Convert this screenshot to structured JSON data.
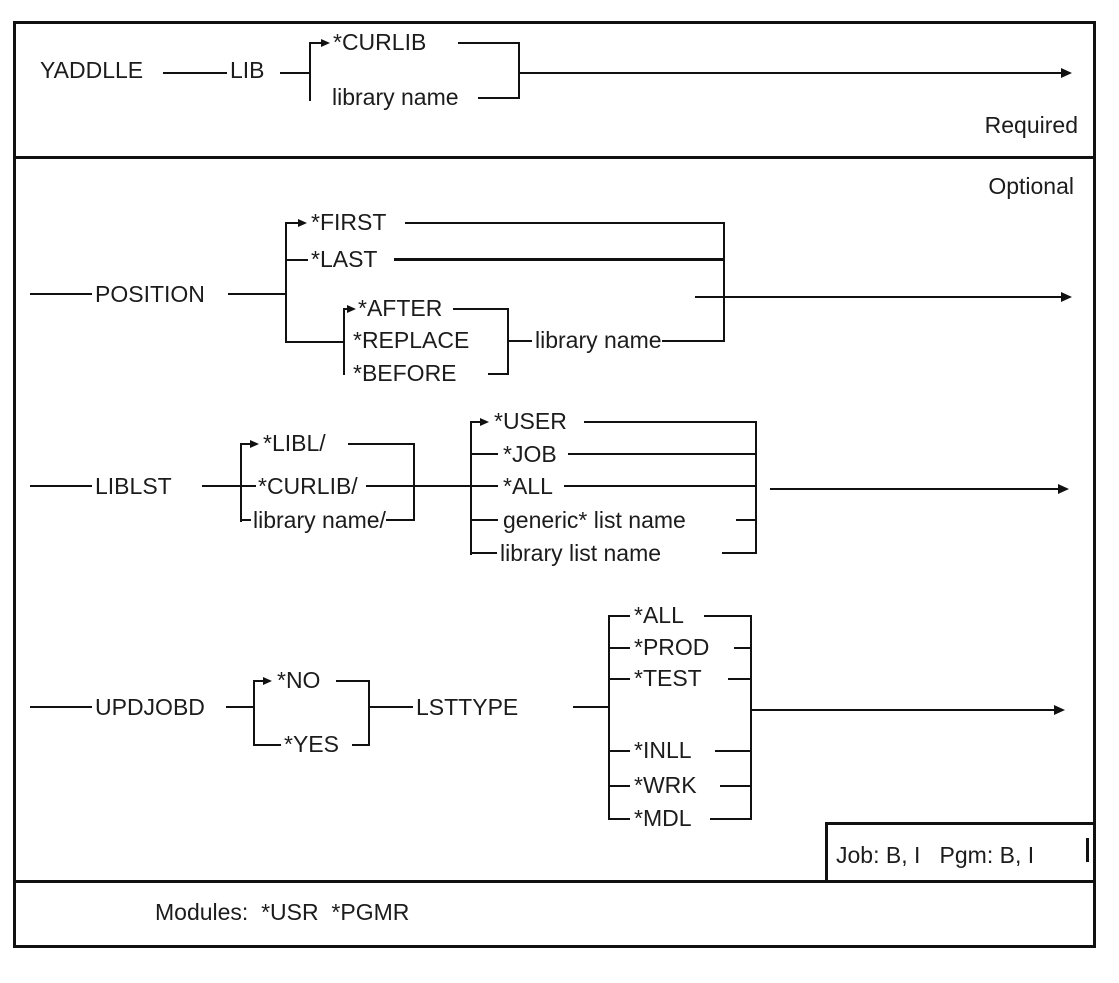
{
  "command": "YADDLLE",
  "labels": {
    "required": "Required",
    "optional": "Optional"
  },
  "lib": {
    "keyword": "LIB",
    "default": "*CURLIB",
    "alternative": "library name"
  },
  "position": {
    "keyword": "POSITION",
    "first": "*FIRST",
    "last": "*LAST",
    "after": "*AFTER",
    "replace": "*REPLACE",
    "before": "*BEFORE",
    "operand": "library name"
  },
  "liblst": {
    "keyword": "LIBLST",
    "qualifiers": [
      "*LIBL/",
      "*CURLIB/",
      "library name/"
    ],
    "values": [
      "*USER",
      "*JOB",
      "*ALL",
      "generic* list name",
      "library list name"
    ]
  },
  "updjobd": {
    "keyword": "UPDJOBD",
    "no": "*NO",
    "yes": "*YES"
  },
  "lsttype": {
    "keyword": "LSTTYPE",
    "upper": [
      "*ALL",
      "*PROD",
      "*TEST"
    ],
    "lower": [
      "*INLL",
      "*WRK",
      "*MDL"
    ]
  },
  "environment": {
    "job_pgm": "Job: B, I   Pgm: B, I"
  },
  "footer": {
    "modules": "Modules:  *USR  *PGMR"
  }
}
